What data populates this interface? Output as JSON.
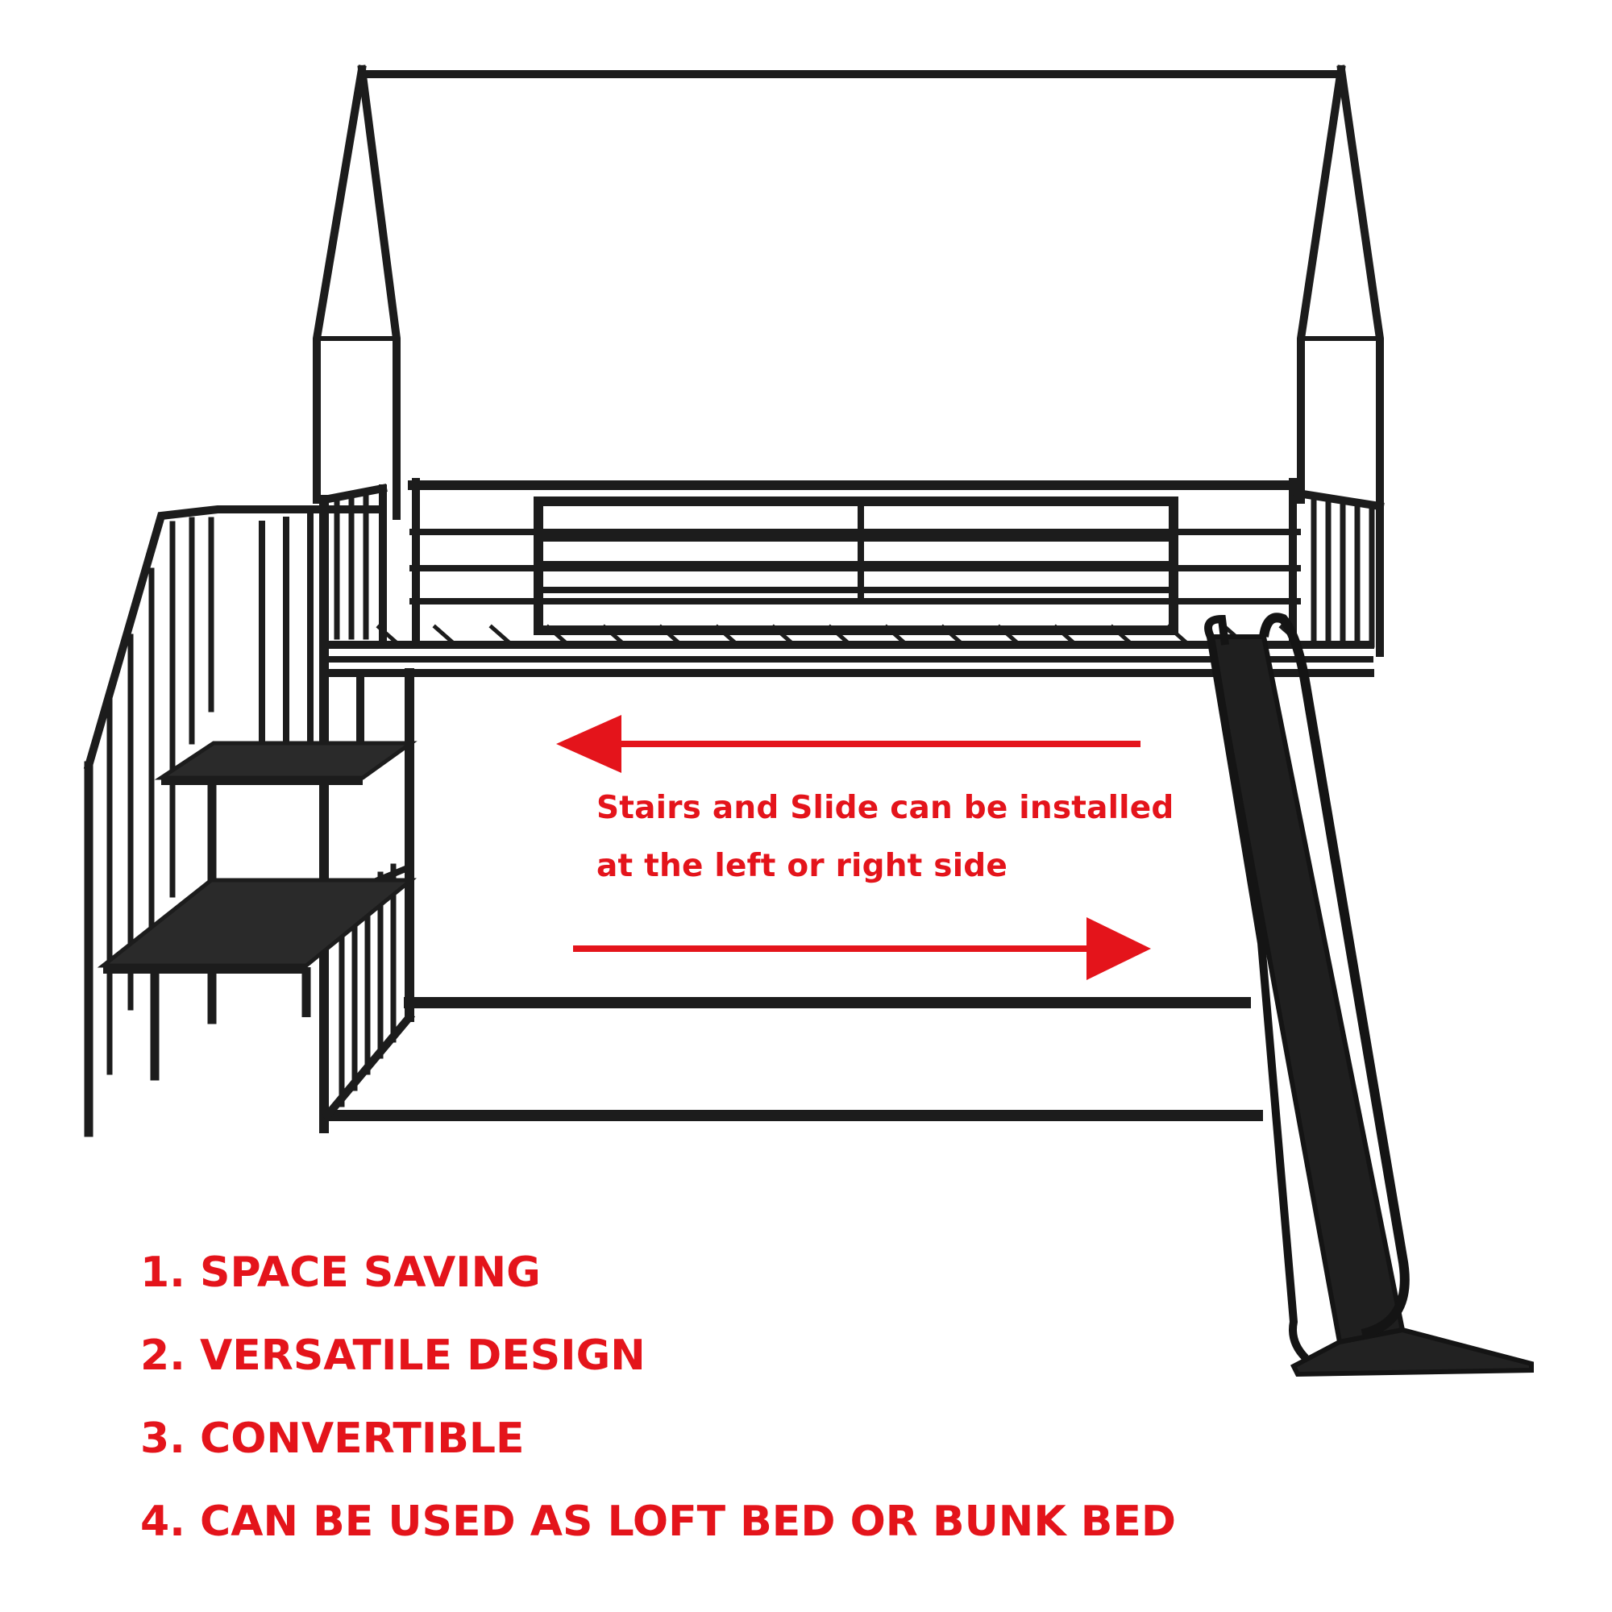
{
  "caption": {
    "line1": "Stairs and Slide can be installed",
    "line2": "at the left or right side"
  },
  "features": [
    "1. SPACE SAVING",
    "2. VERSATILE DESIGN",
    "3. CONVERTIBLE",
    "4. CAN BE USED AS LOFT BED OR BUNK BED"
  ],
  "colors": {
    "annotation_red": "#e4141b",
    "frame_black": "#1c1c1c",
    "background": "#ffffff"
  }
}
